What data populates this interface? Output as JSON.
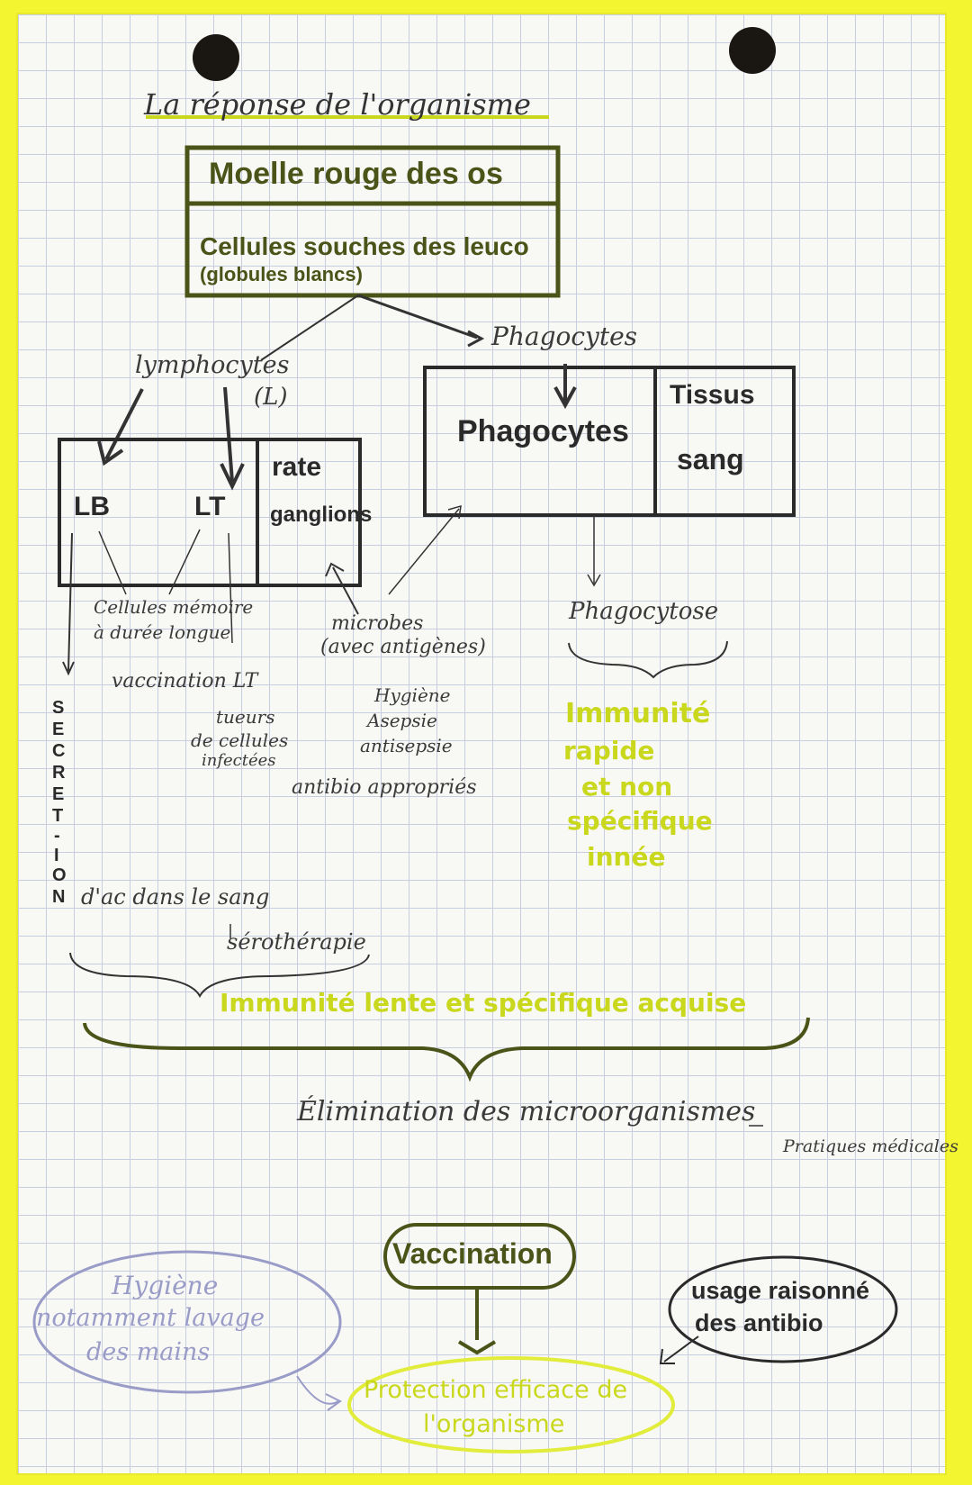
{
  "title": "La réponse de l'organisme",
  "marrow_box": {
    "top": "Moelle rouge des os",
    "bottom_line1": "Cellules souches des leuco",
    "bottom_line2": "(globules blancs)"
  },
  "lymphocytes": {
    "label": "lymphocytes",
    "abbr": "(L)"
  },
  "phagocytes_top": "Phagocytes",
  "lb": "LB",
  "lt": "LT",
  "rate": "rate",
  "ganglions": "ganglions",
  "phago_box": {
    "left": "Phagocytes",
    "right1": "Tissus",
    "right2": "sang"
  },
  "memoire": {
    "l1": "Cellules mémoire",
    "l2": "à durée longue",
    "l3": "vaccination LT"
  },
  "tueurs": {
    "l1": "tueurs",
    "l2": "de cellules",
    "l3": "infectées"
  },
  "microbes": {
    "l1": "microbes",
    "l2": "(avec antigènes)"
  },
  "hygiene_list": [
    "Hygiène",
    "Asepsie",
    "antisepsie",
    "antibio appropriés"
  ],
  "phagocytose": "Phagocytose",
  "immunite_innee": [
    "Immunité",
    "rapide",
    "et non",
    "spécifique",
    "innée"
  ],
  "secretion_letters": [
    "S",
    "E",
    "C",
    "R",
    "E",
    "T",
    "-",
    "I",
    "O",
    "N"
  ],
  "secretion_text": "d'ac dans le sang",
  "serotherapie": "sérothérapie",
  "immunite_acquise": "Immunité lente et spécifique acquise",
  "elimination": "Élimination des microorganismes",
  "pratiques": "Pratiques médicales",
  "vaccination": "Vaccination",
  "hygiene_bubble": [
    "Hygiène",
    "notamment lavage",
    "des mains"
  ],
  "usage_bubble": [
    "usage raisonné",
    "des antibio"
  ],
  "protection": [
    "Protection efficace de",
    "l'organisme"
  ],
  "colors": {
    "olive": "#4a5418",
    "lime": "#c9d81c",
    "blue": "#9a9cc8",
    "page_border": "#f2f530"
  }
}
